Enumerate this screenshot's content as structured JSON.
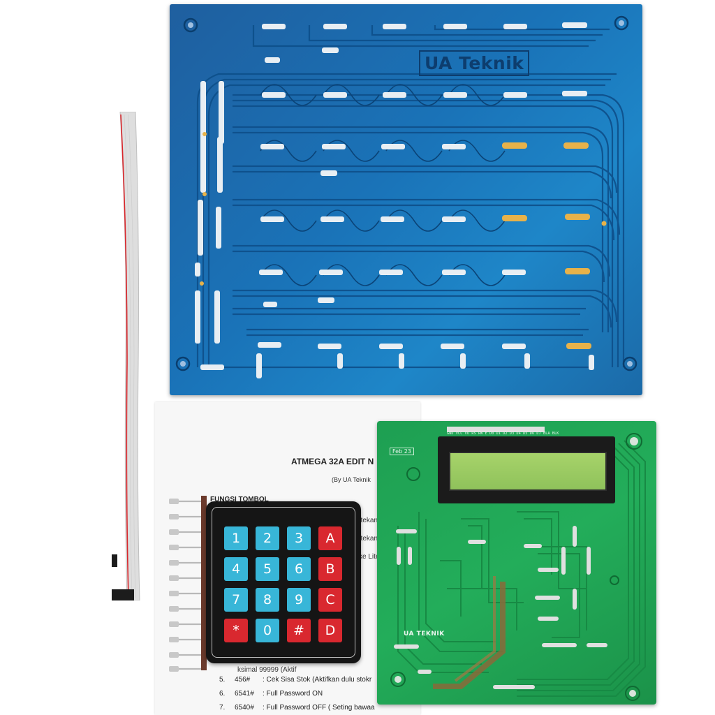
{
  "scene": "Electronics kit laid out on white: blue PCB, ribbon cable, printed manual, 4x4 membrane keypad, pin header strip and green controller PCB with 16x2 LCD",
  "blue_pcb": {
    "logo_text": "UA Teknik",
    "color": "#1a73b8"
  },
  "green_pcb": {
    "brand_text": "UA TEKNIK",
    "date_text": "Feb 23",
    "pin_labels": "GND VCC VO RS RW E D0 D1 D2 D3 D4 D5 D6 D7 BLA BLK",
    "color": "#23ad5a",
    "lcd_color": "#a7d36a"
  },
  "manual": {
    "title": "ATMEGA 32A EDIT N",
    "byline": "(By UA Teknik",
    "heading": "FUNGSI  TOMBOL",
    "fragments": [
      ", tekan",
      ", tekan",
      "ke Liter",
      "ksimal 99999 (Aktif"
    ],
    "rows": [
      {
        "num": "5.",
        "code": "456#",
        "text": ": Cek Sisa Stok (Aktifkan dulu stokr"
      },
      {
        "num": "6.",
        "code": "6541#",
        "text": ": Full Password ON"
      },
      {
        "num": "7.",
        "code": "6540#",
        "text": ": Full Password OFF ( Seting bawaa"
      }
    ]
  },
  "keypad": {
    "keys": [
      [
        "1",
        "2",
        "3",
        "A"
      ],
      [
        "4",
        "5",
        "6",
        "B"
      ],
      [
        "7",
        "8",
        "9",
        "C"
      ],
      [
        "*",
        "0",
        "#",
        "D"
      ]
    ],
    "blue_color": "#38b6d8",
    "red_color": "#d9282f"
  }
}
